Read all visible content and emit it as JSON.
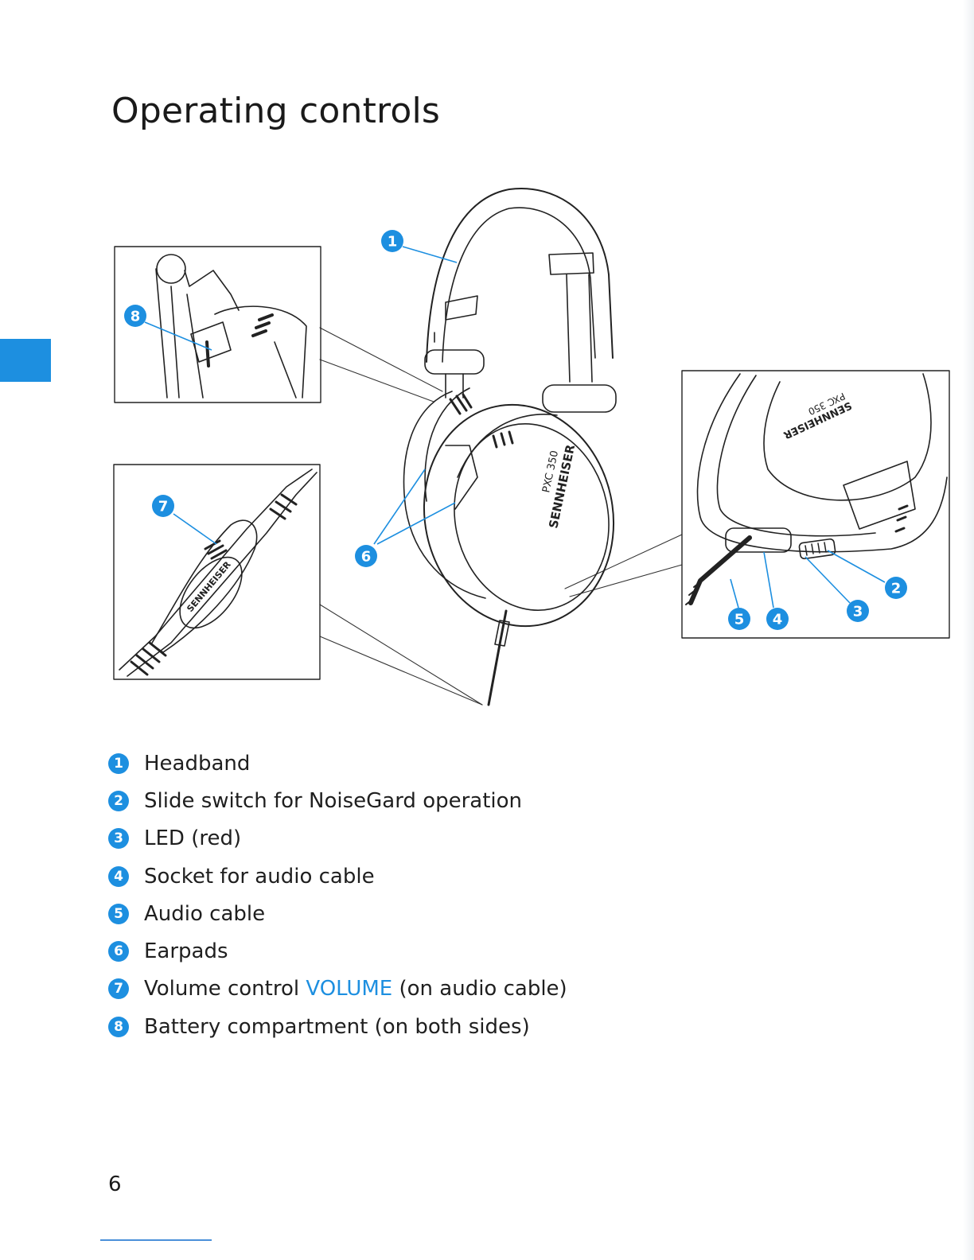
{
  "page": {
    "title": "Operating controls",
    "page_number": "6"
  },
  "figure": {
    "brand": "SENNHEISER",
    "model": "PXC 350",
    "callouts": [
      "1",
      "2",
      "3",
      "4",
      "5",
      "6",
      "7",
      "8"
    ]
  },
  "legend": [
    {
      "num": "1",
      "text": "Headband"
    },
    {
      "num": "2",
      "text": "Slide switch for NoiseGard operation"
    },
    {
      "num": "3",
      "text": "LED (red)"
    },
    {
      "num": "4",
      "text": "Socket for audio cable"
    },
    {
      "num": "5",
      "text": "Audio cable"
    },
    {
      "num": "6",
      "text": "Earpads"
    },
    {
      "num": "7",
      "text_before": "Volume control ",
      "highlight": "VOLUME",
      "text_after": " (on audio cable)"
    },
    {
      "num": "8",
      "text": "Battery compartment (on both sides)"
    }
  ],
  "colors": {
    "accent": "#1d8fe0",
    "text": "#1a1a1a"
  }
}
